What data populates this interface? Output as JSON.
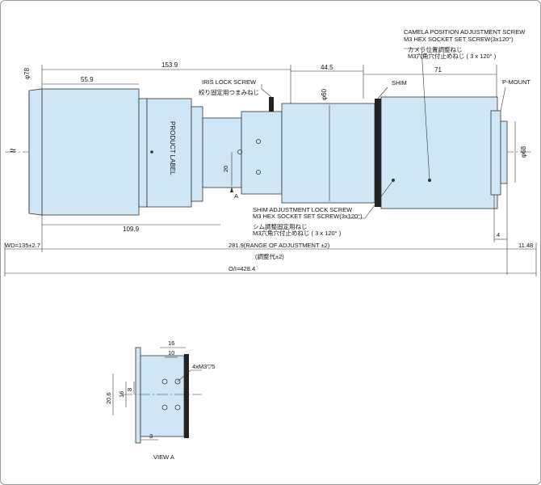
{
  "dimensions": {
    "d78": "φ78",
    "l153": "153.9",
    "l55": "55.9",
    "l44": "44.5",
    "l71": "71",
    "d60": "φ60",
    "d68": "φ68",
    "h20": "20",
    "l109": "109.9",
    "v4": "4",
    "v1148": "11.48",
    "wd": "WD=135±2.7",
    "range": "281.9(RANGE OF ADJUSTMENT ±2)",
    "range_jp": "(調整代±2)",
    "oi": "O/I=428.4"
  },
  "labels": {
    "iris": "IRIS  LOCK SCREW",
    "iris_jp": "絞り固定用つまみねじ",
    "product": "PRODUCT LABEL",
    "camera1": "CAMELA POSITION ADJUSTMENT SCREW",
    "camera2": "M3 HEX SOCKET SET SCREW(3x120°)",
    "camera_jp1": "カメラ位置調整ねじ",
    "camera_jp2": "M3六角穴付止めねじ ( 3 x 120° )",
    "shim": "SHIM",
    "pmount": "P-MOUNT",
    "shim_adj1": "SHIM ADJUSTMENT LOCK SCREW",
    "shim_adj2": "M3 HEX SOCKET SET SCREW(3x120°)",
    "shim_jp1": "シム調整固定用ねじ",
    "shim_jp2": "M3六角穴付止めねじ ( 3 x 120° )",
    "a_mark": "A",
    "wave": "≈"
  },
  "view_a": {
    "title": "VIEW A",
    "d16": "16",
    "d10": "10",
    "screw": "4xM3▽5",
    "d206": "20.6",
    "d16v": "16",
    "d8": "8",
    "d3": "3"
  },
  "colors": {
    "lens_fill": "#cfe6f6",
    "line": "#333333"
  }
}
